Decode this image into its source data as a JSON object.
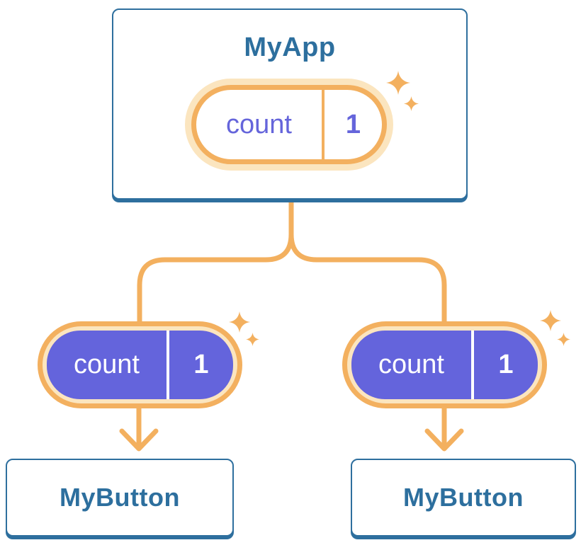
{
  "diagram": {
    "root": {
      "title": "MyApp",
      "state": {
        "name": "count",
        "value": "1"
      }
    },
    "children": [
      {
        "title": "MyButton",
        "state": {
          "name": "count",
          "value": "1"
        }
      },
      {
        "title": "MyButton",
        "state": {
          "name": "count",
          "value": "1"
        }
      }
    ]
  },
  "colors": {
    "node_border": "#2E6F9E",
    "node_title": "#2D6F9E",
    "accent_orange": "#F3B05F",
    "halo_cream": "#FBE5BF",
    "state_purple": "#6464DC",
    "state_text_purple": "#6565DB",
    "node_bg": "#FFFFFF"
  }
}
